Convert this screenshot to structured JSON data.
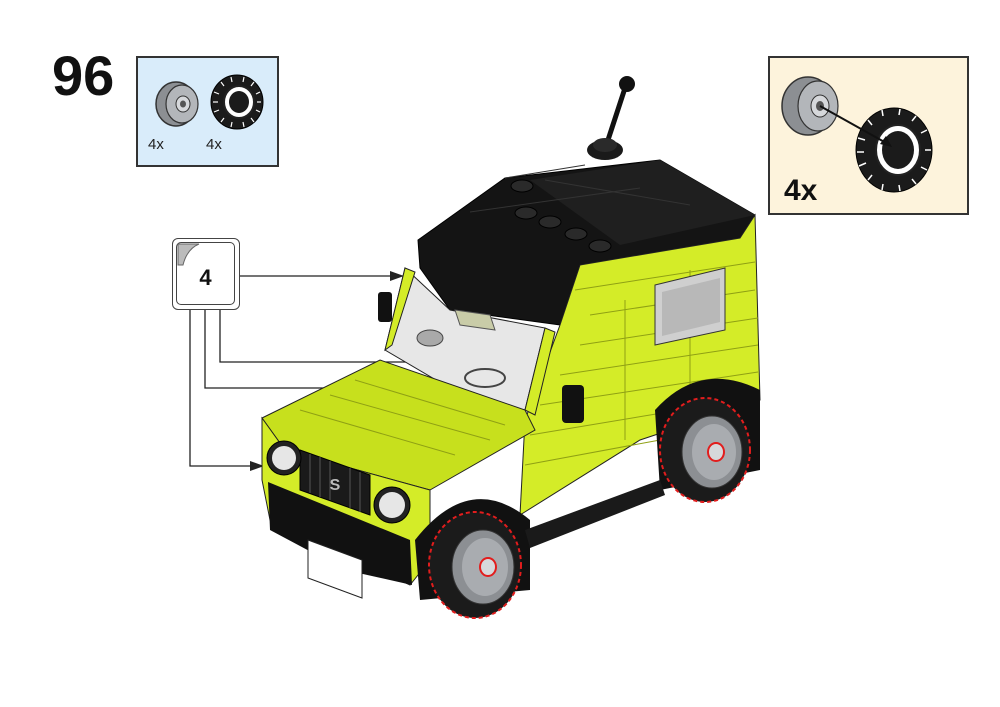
{
  "step": {
    "number": "96"
  },
  "parts_list": {
    "items": [
      {
        "name": "wheel-rim",
        "quantity": "4x"
      },
      {
        "name": "tire",
        "quantity": "4x"
      }
    ]
  },
  "subassembly": {
    "multiplier": "4x"
  },
  "callout": {
    "reference_step": "4"
  },
  "colors": {
    "body_lime": "#d4ec28",
    "roof_black": "#141414",
    "parts_bg": "#d9ecfa",
    "subassembly_bg": "#fdf3dc",
    "highlight_red": "#e21d1d"
  }
}
